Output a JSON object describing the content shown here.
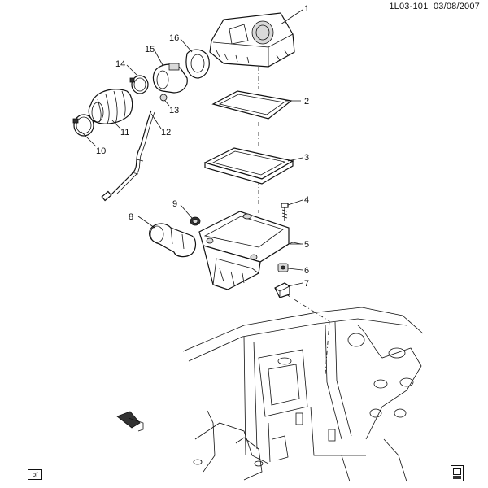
{
  "header": {
    "code": "1L03-101",
    "date": "03/08/2007"
  },
  "callouts": [
    {
      "id": "c1",
      "label": "1"
    },
    {
      "id": "c2",
      "label": "2"
    },
    {
      "id": "c3",
      "label": "3"
    },
    {
      "id": "c4",
      "label": "4"
    },
    {
      "id": "c5",
      "label": "5"
    },
    {
      "id": "c6",
      "label": "6"
    },
    {
      "id": "c7",
      "label": "7"
    },
    {
      "id": "c8",
      "label": "8"
    },
    {
      "id": "c9",
      "label": "9"
    },
    {
      "id": "c10",
      "label": "10"
    },
    {
      "id": "c11",
      "label": "11"
    },
    {
      "id": "c12",
      "label": "12"
    },
    {
      "id": "c13",
      "label": "13"
    },
    {
      "id": "c14",
      "label": "14"
    },
    {
      "id": "c15",
      "label": "15"
    },
    {
      "id": "c16",
      "label": "16"
    }
  ],
  "footer": {
    "badge": "bf"
  }
}
